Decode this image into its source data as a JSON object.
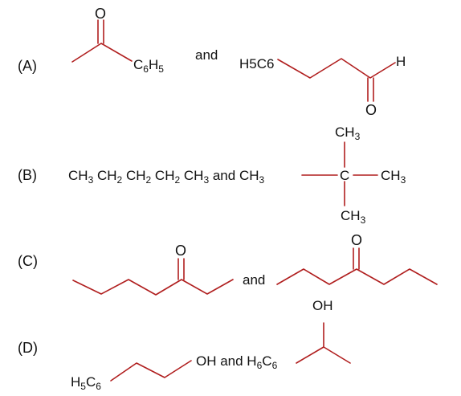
{
  "options": [
    {
      "label": "(A)",
      "conjunction": "and",
      "mol1": {
        "O": "O",
        "group": "C",
        "group_sub": "6",
        "group_mid": "H",
        "group_sub2": "5"
      },
      "mol2": {
        "left_text": "H5C6",
        "H": "H",
        "O": "O"
      }
    },
    {
      "label": "(B)",
      "linear": {
        "t1": "CH",
        "s1": "3",
        "t2": " CH",
        "s2": "2",
        "t3": " CH",
        "s3": "2",
        "t4": " CH",
        "s4": "2",
        "t5": " CH",
        "s5": "3",
        "and": " and "
      },
      "branched": {
        "left": {
          "t": "CH",
          "s": "3"
        },
        "center": "C",
        "top": {
          "t": "CH",
          "s": "3"
        },
        "right": {
          "t": "CH",
          "s": "3"
        },
        "bottom": {
          "t": "CH",
          "s": "3"
        }
      }
    },
    {
      "label": "(C)",
      "conjunction": "and",
      "mol1": {
        "O": "O"
      },
      "mol2": {
        "O": "O"
      }
    },
    {
      "label": "(D)",
      "mol1": {
        "left_t": "H",
        "left_s": "5",
        "left_t2": "C",
        "left_s2": "6"
      },
      "middle": {
        "t1": "OH and H",
        "s1": "6",
        "t2": "C",
        "s2": "6"
      },
      "mol2": {
        "OH": "OH"
      }
    }
  ],
  "colors": {
    "bond": "#b01e1e",
    "text": "#111111"
  }
}
